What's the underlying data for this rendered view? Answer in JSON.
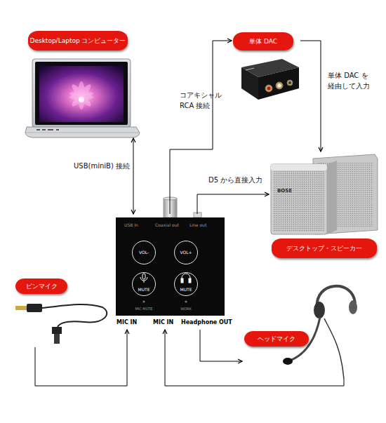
{
  "diagram": {
    "nodes": [
      {
        "text": [
          "Desktop/Laptop コンピューター"
        ]
      },
      {
        "text": [
          "単体 DAC"
        ]
      },
      {
        "text": [
          "デスクトップ・スピーカー"
        ]
      },
      {
        "text": [
          "USB In",
          "Coaxial out",
          "Line out",
          "MIC MUTE",
          "WORK"
        ]
      },
      {
        "text": [
          "VOL-"
        ],
        "in": 3
      },
      {
        "text": [
          "VOL+"
        ],
        "in": 3
      },
      {
        "text": [
          "MUTE"
        ],
        "in": 3
      },
      {
        "text": [
          "MUTE"
        ],
        "in": 3
      },
      {
        "text": [
          "ピンマイク"
        ]
      },
      {
        "text": [
          "ヘッドマイク"
        ]
      }
    ],
    "edges": [
      {
        "from": 0,
        "to": 3,
        "arrow": "both",
        "label": "USB(miniB) 接続"
      },
      {
        "from": 3,
        "to": 1,
        "arrow": "to",
        "label": "コアキシャル RCA 接続"
      },
      {
        "from": 1,
        "to": 2,
        "arrow": "to",
        "label": "単体 DAC を 経由して入力"
      },
      {
        "from": 3,
        "to": 2,
        "arrow": "to",
        "label": "D5 から直接入力"
      },
      {
        "from": 8,
        "to": 3,
        "arrow": "to"
      },
      {
        "from": 9,
        "to": 3,
        "arrow": "to"
      },
      {
        "from": 3,
        "to": 9,
        "arrow": "to"
      }
    ],
    "labels": [
      "MIC IN",
      "MIC IN",
      "Headphone OUT",
      "BOSE"
    ]
  }
}
